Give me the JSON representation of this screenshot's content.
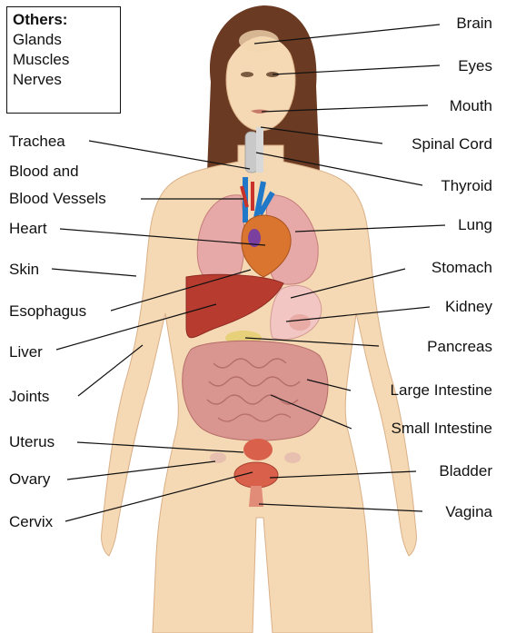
{
  "others": {
    "title": "Others:",
    "items": [
      "Glands",
      "Muscles",
      "Nerves"
    ]
  },
  "labels": {
    "brain": "Brain",
    "eyes": "Eyes",
    "mouth": "Mouth",
    "spinal_cord": "Spinal Cord",
    "trachea": "Trachea",
    "thyroid": "Thyroid",
    "blood_vessels_line1": "Blood and",
    "blood_vessels_line2": "Blood Vessels",
    "heart": "Heart",
    "lung": "Lung",
    "skin": "Skin",
    "stomach": "Stomach",
    "esophagus": "Esophagus",
    "kidney": "Kidney",
    "liver": "Liver",
    "pancreas": "Pancreas",
    "joints": "Joints",
    "large_intestine": "Large Intestine",
    "small_intestine": "Small Intestine",
    "uterus": "Uterus",
    "ovary": "Ovary",
    "bladder": "Bladder",
    "cervix": "Cervix",
    "vagina": "Vagina"
  },
  "colors": {
    "skin": "#f5d9b4",
    "skin_shade": "#e8bf93",
    "hair": "#6b3a22",
    "lung": "#e7a9a8",
    "heart": "#d9752e",
    "vessel_blue": "#1f78c8",
    "vessel_red": "#c8322a",
    "liver": "#b83b2f",
    "stomach": "#f2c7c3",
    "intestine": "#d99590",
    "bladder": "#d9604a",
    "pancreas": "#e7d07a"
  }
}
